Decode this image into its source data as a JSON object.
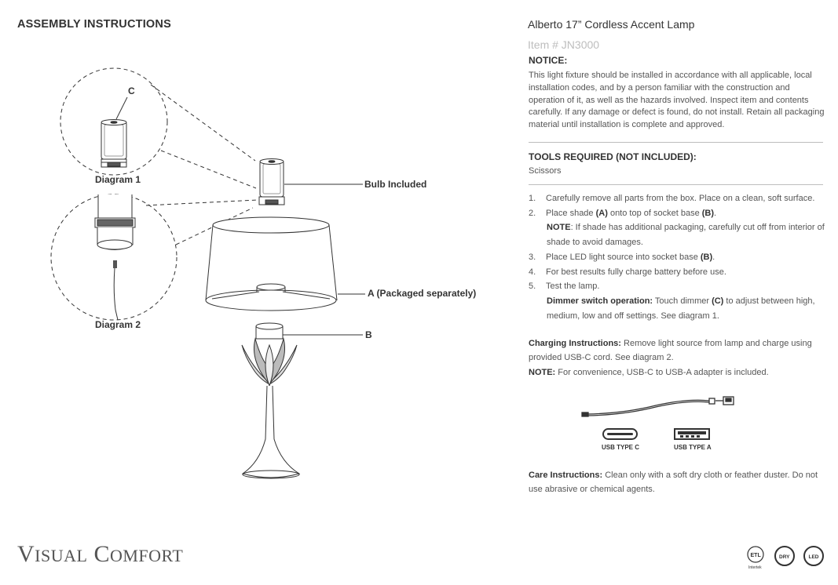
{
  "header": {
    "title": "ASSEMBLY INSTRUCTIONS"
  },
  "diagram_labels": {
    "c": "C",
    "diagram1": "Diagram 1",
    "diagram2": "Diagram 2",
    "bulb": "Bulb Included",
    "a": "A (Packaged separately)",
    "b": "B"
  },
  "product": {
    "title": "Alberto 17” Cordless Accent Lamp",
    "item": "Item # JN3000"
  },
  "notice": {
    "heading": "NOTICE:",
    "text": "This light fixture should be installed in accordance with all applicable, local installation codes, and by a person familiar with the construction and operation of it, as well as the hazards involved. Inspect item and contents carefully. If any damage or defect is found, do not install. Retain all packaging material until installation is complete and approved."
  },
  "tools": {
    "heading": "TOOLS REQUIRED (NOT INCLUDED):",
    "value": "Scissors"
  },
  "steps": {
    "s1_num": "1.",
    "s1": "Carefully remove all parts from the box. Place on a clean, soft surface.",
    "s2_num": "2.",
    "s2_a": "Place shade ",
    "s2_b": "(A)",
    "s2_c": " onto top of socket base ",
    "s2_d": "(B)",
    "s2_e": ".",
    "note_label": "NOTE",
    "note_text": ": If shade has additional packaging, carefully cut off from interior of shade to avoid damages.",
    "s3_num": "3.",
    "s3_a": "Place LED light source into socket base ",
    "s3_b": "(B)",
    "s3_c": ".",
    "s4_num": "4.",
    "s4": "For best results fully charge battery before use.",
    "s5_num": "5.",
    "s5": "Test the lamp.",
    "dimmer_label": "Dimmer switch operation:",
    "dimmer_a": " Touch dimmer ",
    "dimmer_b": "(C)",
    "dimmer_c": " to adjust between high, medium, low and off settings. See diagram 1."
  },
  "charging": {
    "label": "Charging Instructions:",
    "text": " Remove light source from lamp and charge using provided USB-C cord. See diagram 2.",
    "note_label": "NOTE:",
    "note_text": " For convenience, USB-C to USB-A adapter is included."
  },
  "usb": {
    "type_c": "USB TYPE C",
    "type_a": "USB TYPE A"
  },
  "care": {
    "label": "Care Instructions:",
    "text": " Clean only with a soft dry cloth or feather duster. Do not use abrasive or chemical agents."
  },
  "brand": {
    "v": "V",
    "isual": "ISUAL",
    "c": "C",
    "omfort": "OMFORT"
  },
  "certs": {
    "etl": "ETL",
    "intertek": "Intertek",
    "dry": "DRY",
    "led": "LED"
  },
  "icons": [
    "lamp-diagram",
    "usb-cable-icon",
    "usb-c-port-icon",
    "usb-a-port-icon",
    "etl-icon",
    "dry-icon",
    "led-icon"
  ]
}
